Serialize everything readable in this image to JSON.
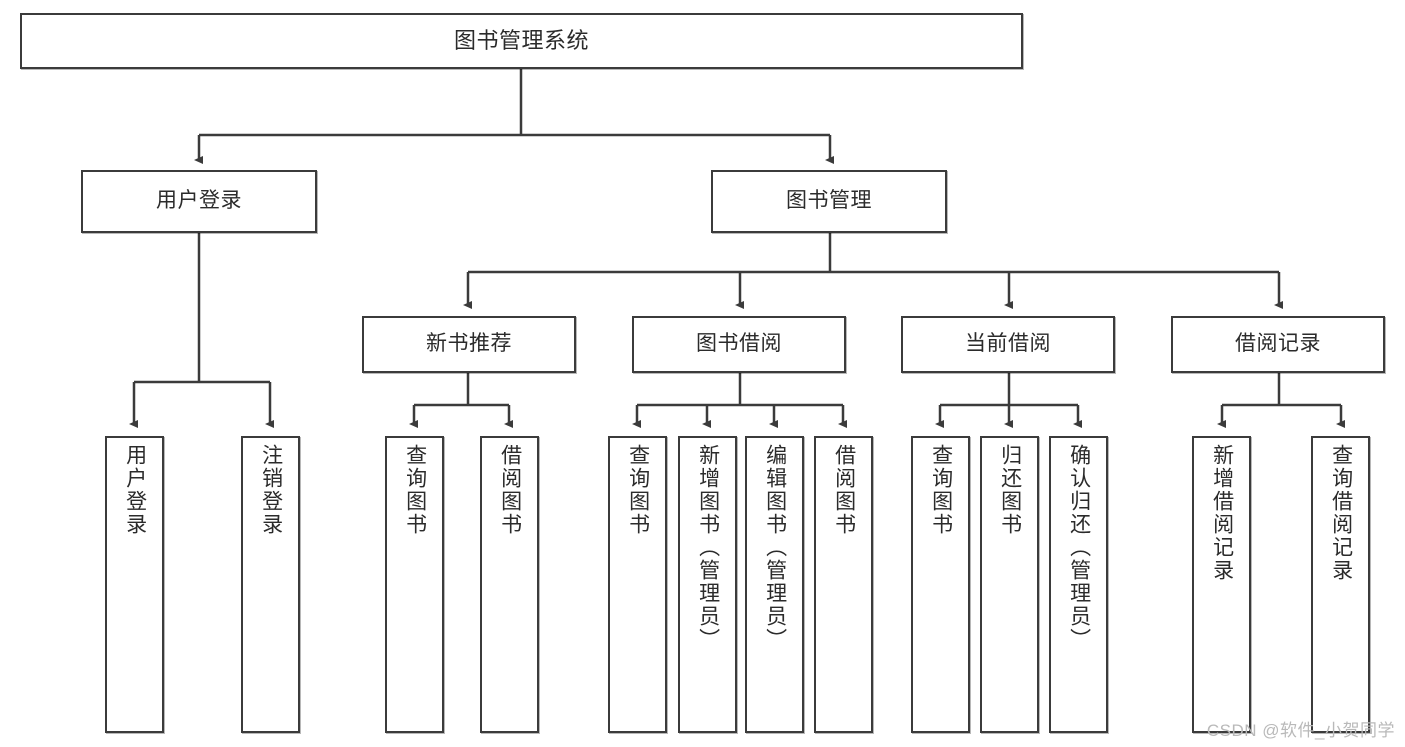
{
  "diagram": {
    "title": "图书管理系统",
    "type": "tree-hierarchy",
    "watermark": "CSDN @软件_小贺同学",
    "colors": {
      "box_border": "#3b3b3b",
      "box_fill": "#ffffff",
      "edge": "#3b3b3b",
      "text": "#2b2b2b",
      "watermark": "#b9b9b9"
    }
  },
  "nodes": {
    "root": {
      "label": "图书管理系统"
    },
    "level2": [
      {
        "label": "用户登录"
      },
      {
        "label": "图书管理"
      }
    ],
    "level3": [
      {
        "label": "新书推荐"
      },
      {
        "label": "图书借阅"
      },
      {
        "label": "当前借阅"
      },
      {
        "label": "借阅记录"
      }
    ],
    "leaves": {
      "user_login": [
        {
          "label": "用户登录"
        },
        {
          "label": "注销登录"
        }
      ],
      "new_book_recommend": [
        {
          "label": "查询图书"
        },
        {
          "label": "借阅图书"
        }
      ],
      "book_borrow": [
        {
          "label": "查询图书"
        },
        {
          "label": "新增图书（管理员）"
        },
        {
          "label": "编辑图书（管理员）"
        },
        {
          "label": "借阅图书"
        }
      ],
      "current_borrow": [
        {
          "label": "查询图书"
        },
        {
          "label": "归还图书"
        },
        {
          "label": "确认归还（管理员）"
        }
      ],
      "borrow_record": [
        {
          "label": "新增借阅记录"
        },
        {
          "label": "查询借阅记录"
        }
      ]
    }
  }
}
